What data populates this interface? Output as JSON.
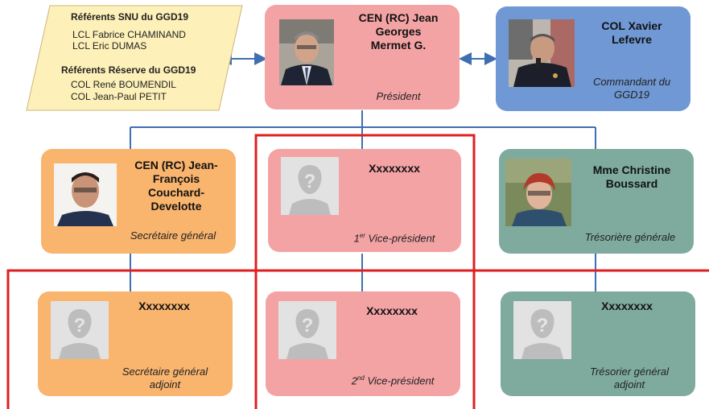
{
  "referents": {
    "snu_title": "Référents SNU du GGD19",
    "snu": [
      "LCL Fabrice CHAMINAND",
      "LCL Eric DUMAS"
    ],
    "reserve_title": "Référents Réserve du GGD19",
    "reserve": [
      "COL René BOUMENDIL",
      "COL Jean-Paul PETIT"
    ]
  },
  "president": {
    "name_lines": [
      "CEN (RC) Jean",
      "Georges",
      "Mermet G."
    ],
    "role": "Président"
  },
  "commandant": {
    "name_lines": [
      "COL Xavier",
      "Lefevre"
    ],
    "role_lines": [
      "Commandant du",
      "GGD19"
    ]
  },
  "secretaire": {
    "name_lines": [
      "CEN (RC) Jean-",
      "François",
      "Couchard-",
      "Develotte"
    ],
    "role": "Secrétaire général"
  },
  "vp1": {
    "name": "Xxxxxxxx",
    "role_prefix": "1",
    "role_sup": "er",
    "role_suffix": " Vice-président"
  },
  "tresoriere": {
    "name_lines": [
      "Mme Christine",
      "Boussard"
    ],
    "role": "Trésorière générale"
  },
  "sec_adjoint": {
    "name": "Xxxxxxxx",
    "role_lines": [
      "Secrétaire général",
      "adjoint"
    ]
  },
  "vp2": {
    "name": "Xxxxxxxx",
    "role_prefix": "2",
    "role_sup": "nd",
    "role_suffix": " Vice-président"
  },
  "tres_adjoint": {
    "name": "Xxxxxxxx",
    "role_lines": [
      "Trésorier général",
      "adjoint"
    ]
  },
  "colors": {
    "pink": "#f4a3a4",
    "orange": "#f9b46e",
    "teal": "#7fab9f",
    "blue": "#6f98d4",
    "connector": "#3f6fb0",
    "highlight": "#e02020",
    "note_fill": "#fdf0b8"
  }
}
